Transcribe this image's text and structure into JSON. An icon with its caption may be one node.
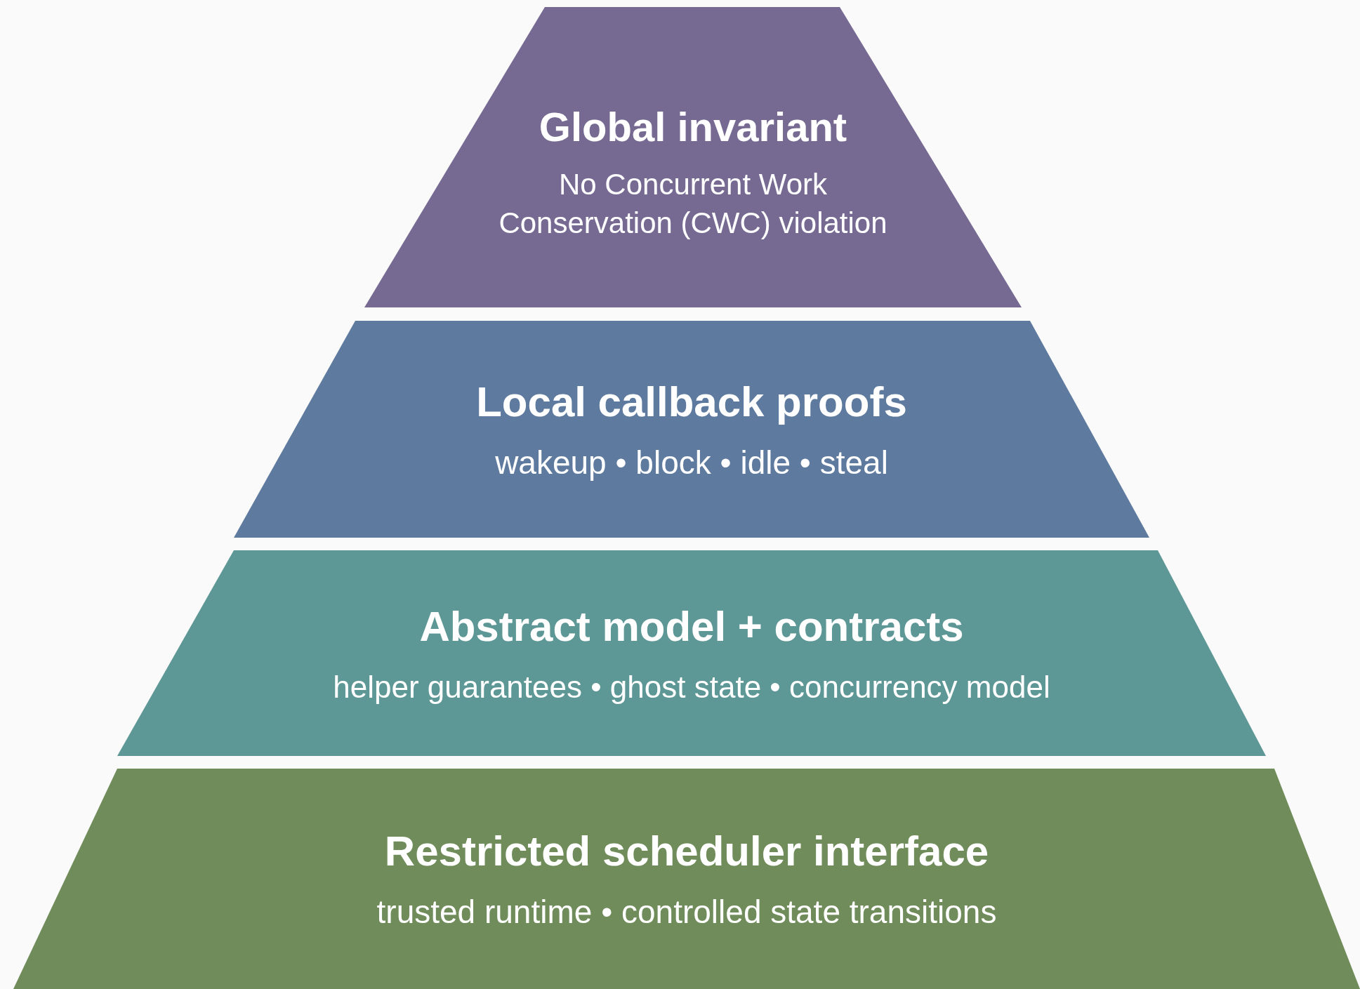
{
  "diagram": {
    "nodes": [
      {
        "text": [
          "Global invariant",
          "No Concurrent Work Conservation (CWC) violation"
        ]
      },
      {
        "text": [
          "Local callback proofs",
          "wakeup • block • idle • steal"
        ]
      },
      {
        "text": [
          "Abstract model + contracts",
          "helper guarantees • ghost state • concurrency model"
        ]
      },
      {
        "text": [
          "Restricted scheduler interface",
          "trusted runtime • controlled state transitions"
        ]
      }
    ]
  }
}
